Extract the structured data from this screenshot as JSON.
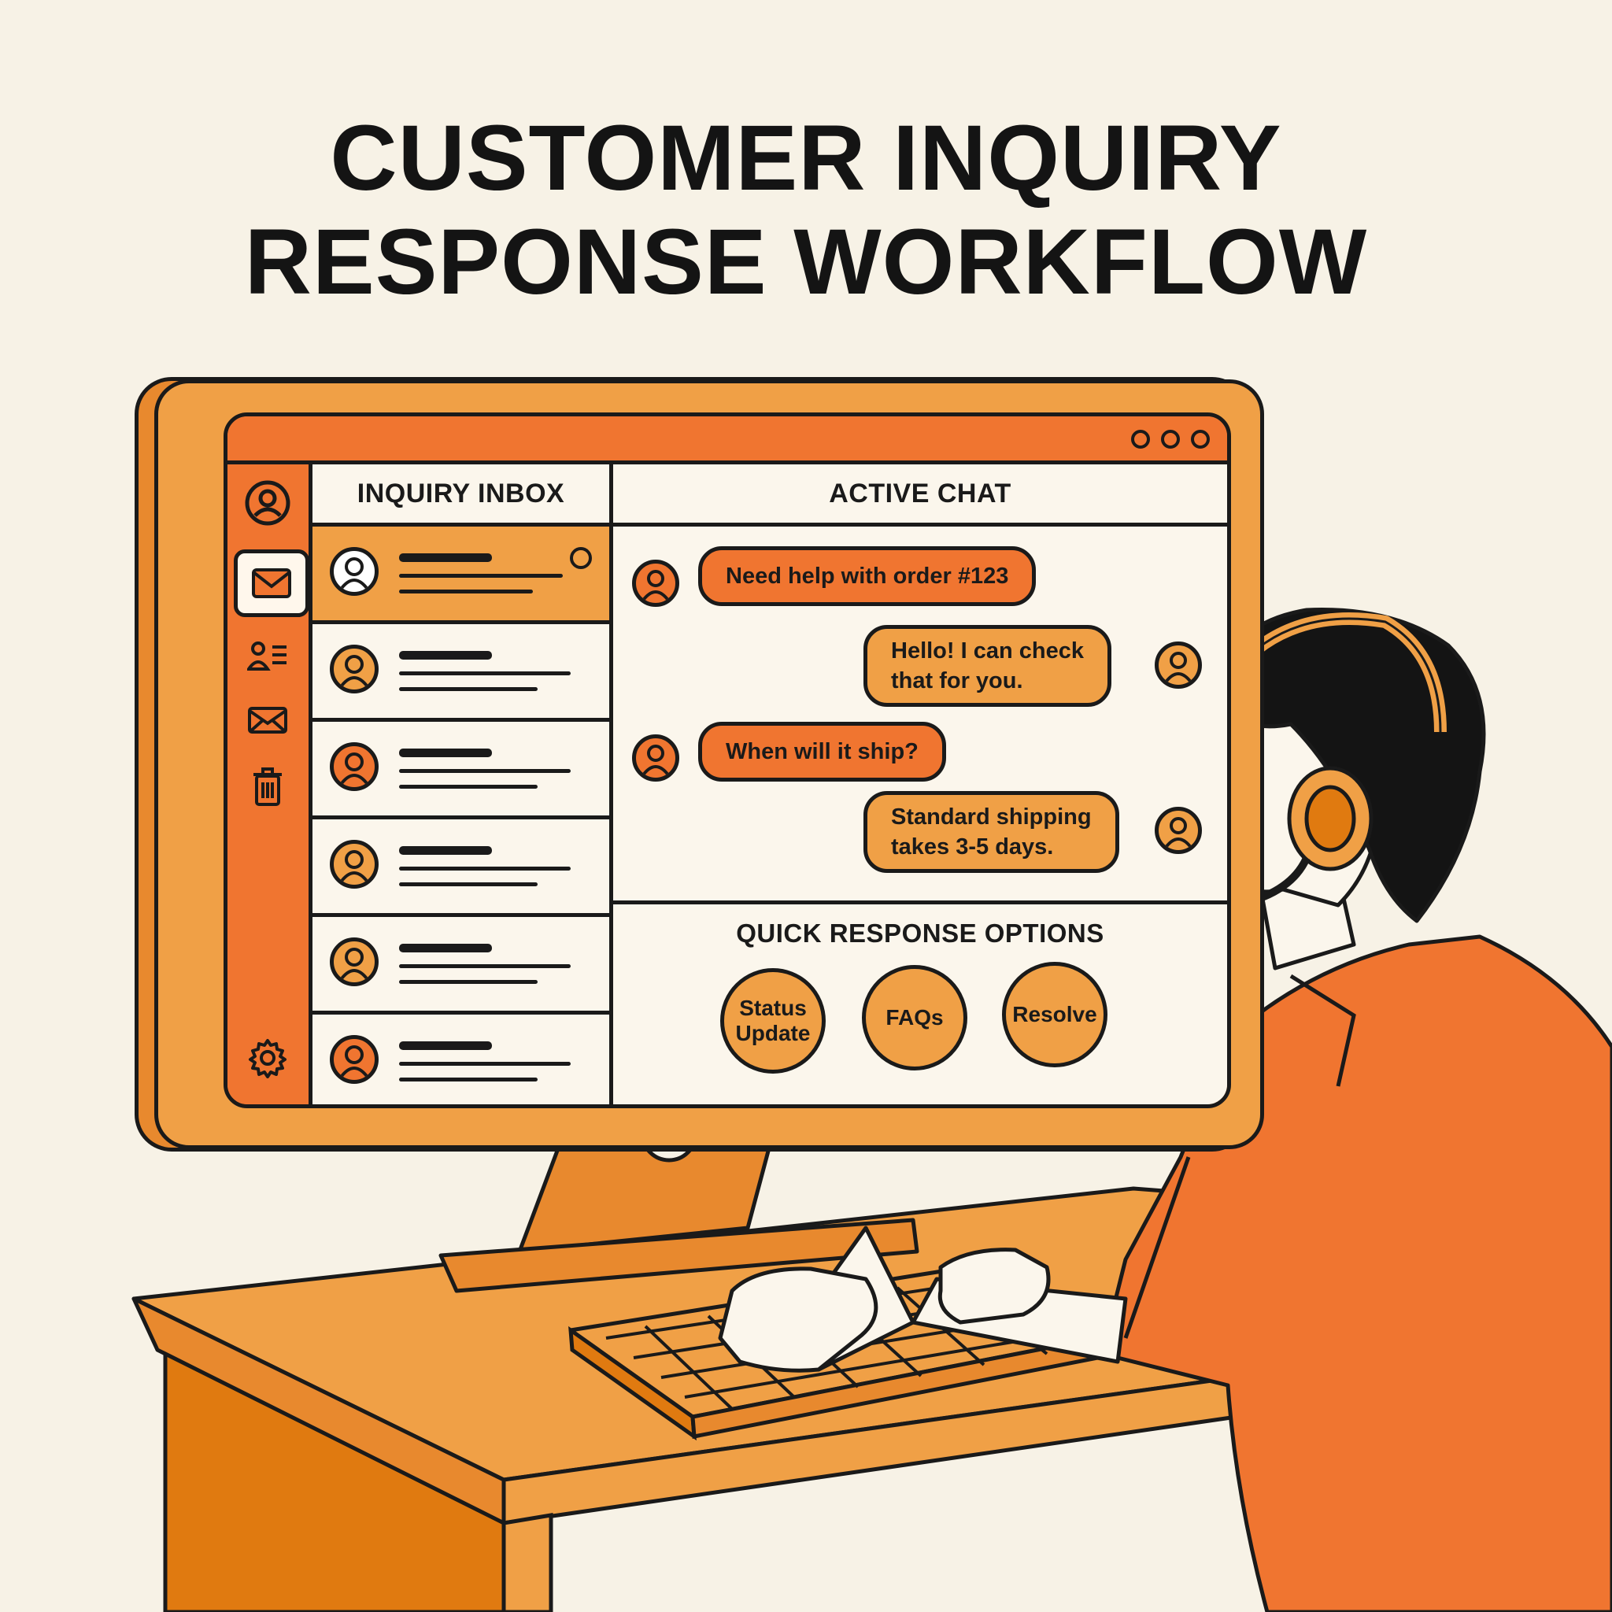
{
  "title": {
    "line1": "CUSTOMER INQUIRY",
    "line2": "RESPONSE WORKFLOW"
  },
  "window": {
    "controls": [
      "circle",
      "circle",
      "circle"
    ]
  },
  "sidebar": {
    "items": [
      {
        "icon": "user-icon",
        "active": false
      },
      {
        "icon": "mail-icon",
        "active": true
      },
      {
        "icon": "contacts-icon",
        "active": false
      },
      {
        "icon": "send-mail-icon",
        "active": false
      },
      {
        "icon": "trash-icon",
        "active": false
      },
      {
        "icon": "gear-icon",
        "active": false
      }
    ]
  },
  "inbox": {
    "header": "INQUIRY INBOX",
    "rows": [
      {
        "selected": true,
        "unread": true,
        "avatar_color": "#ffffff"
      },
      {
        "selected": false,
        "unread": false,
        "avatar_color": "#f0a046"
      },
      {
        "selected": false,
        "unread": false,
        "avatar_color": "#f07530"
      },
      {
        "selected": false,
        "unread": false,
        "avatar_color": "#f0a046"
      },
      {
        "selected": false,
        "unread": false,
        "avatar_color": "#f0a046"
      },
      {
        "selected": false,
        "unread": false,
        "avatar_color": "#f07530"
      }
    ]
  },
  "chat": {
    "header": "ACTIVE CHAT",
    "messages": [
      {
        "sender": "customer",
        "lines": [
          "Need help with order #123"
        ]
      },
      {
        "sender": "agent",
        "lines": [
          "Hello! I can check",
          "that for you."
        ]
      },
      {
        "sender": "customer",
        "lines": [
          "When will it ship?"
        ]
      },
      {
        "sender": "agent",
        "lines": [
          "Standard shipping",
          "takes 3-5 days."
        ]
      }
    ],
    "quick_title": "QUICK RESPONSE OPTIONS",
    "quick_options": [
      {
        "lines": [
          "Status",
          "Update"
        ]
      },
      {
        "lines": [
          "FAQs"
        ]
      },
      {
        "lines": [
          "Resolve"
        ]
      }
    ]
  },
  "colors": {
    "background": "#f7f2e6",
    "orange": "#f07530",
    "amber": "#f0a046",
    "dark_orange": "#e07a10",
    "outline": "#1a1a1a",
    "paper": "#fbf6ec"
  }
}
